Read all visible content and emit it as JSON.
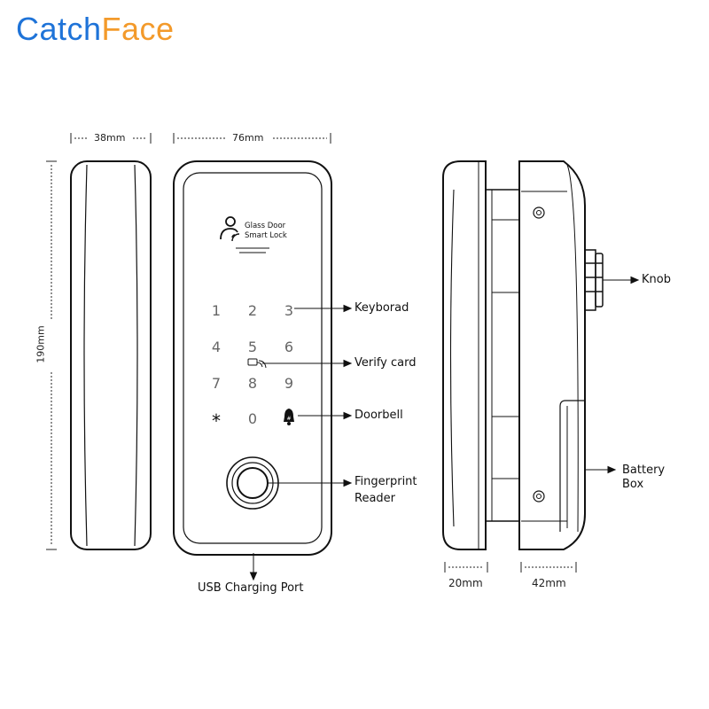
{
  "brand": {
    "part1": "Catch",
    "part2": "Face",
    "color1": "#1e73d8",
    "color2": "#f39a2b"
  },
  "dimensions": {
    "front_width": "38mm",
    "panel_width": "76mm",
    "height": "190mm",
    "side_depth_1": "20mm",
    "side_depth_2": "42mm"
  },
  "panel": {
    "logo_line1": "Glass Door",
    "logo_line2": "Smart Lock",
    "keys": [
      "1",
      "2",
      "3",
      "4",
      "5",
      "6",
      "7",
      "8",
      "9",
      "*",
      "0"
    ]
  },
  "callouts": {
    "keyboard": "Keyborad",
    "verify_card": "Verify card",
    "doorbell": "Doorbell",
    "fingerprint_1": "Fingerprint",
    "fingerprint_2": "Reader",
    "usb": "USB Charging Port",
    "knob": "Knob",
    "battery_1": "Battery",
    "battery_2": "Box"
  },
  "icons": [
    "user-wifi-icon",
    "card-icon",
    "bell-icon",
    "fingerprint-sensor-icon",
    "arrow-icon"
  ]
}
